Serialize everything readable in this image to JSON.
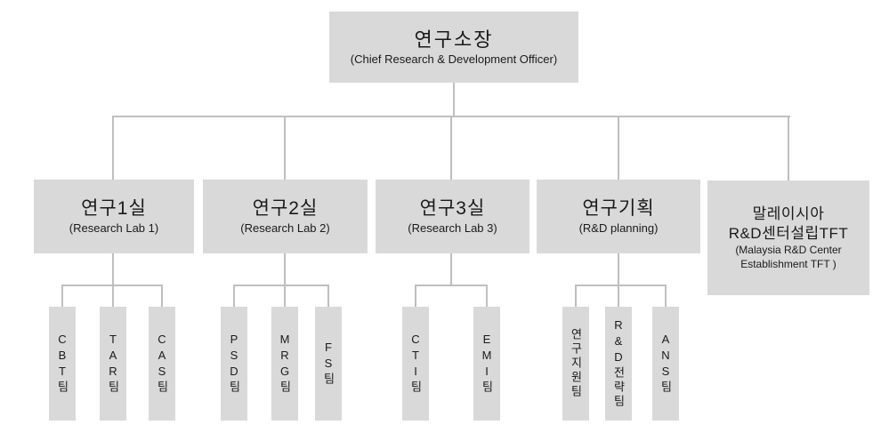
{
  "chart": {
    "type": "org-chart",
    "root": {
      "title": "연구소장",
      "subtitle": "(Chief Research & Development Officer)"
    },
    "departments": [
      {
        "title": "연구1실",
        "subtitle": "(Research Lab 1)",
        "teams": [
          "CBT팀",
          "TAR팀",
          "CAS팀"
        ]
      },
      {
        "title": "연구2실",
        "subtitle": "(Research Lab 2)",
        "teams": [
          "PSD팀",
          "MRG팀",
          "FS팀"
        ]
      },
      {
        "title": "연구3실",
        "subtitle": "(Research Lab 3)",
        "teams": [
          "CTI팀",
          "EMI팀"
        ]
      },
      {
        "title": "연구기획",
        "subtitle": "(R&D planning)",
        "teams": [
          "연구지원팀",
          "R&D전략팀",
          "ANS팀"
        ]
      },
      {
        "title_line1": "말레이시아",
        "title_line2": "R&D센터설립TFT",
        "subtitle_line1": "(Malaysia R&D Center",
        "subtitle_line2": "Establishment TFT )",
        "teams": []
      }
    ]
  },
  "colors": {
    "box_fill": "#d9d9d9",
    "connector": "#bfbfbf",
    "text": "#1a1a1a",
    "background": "#ffffff"
  }
}
